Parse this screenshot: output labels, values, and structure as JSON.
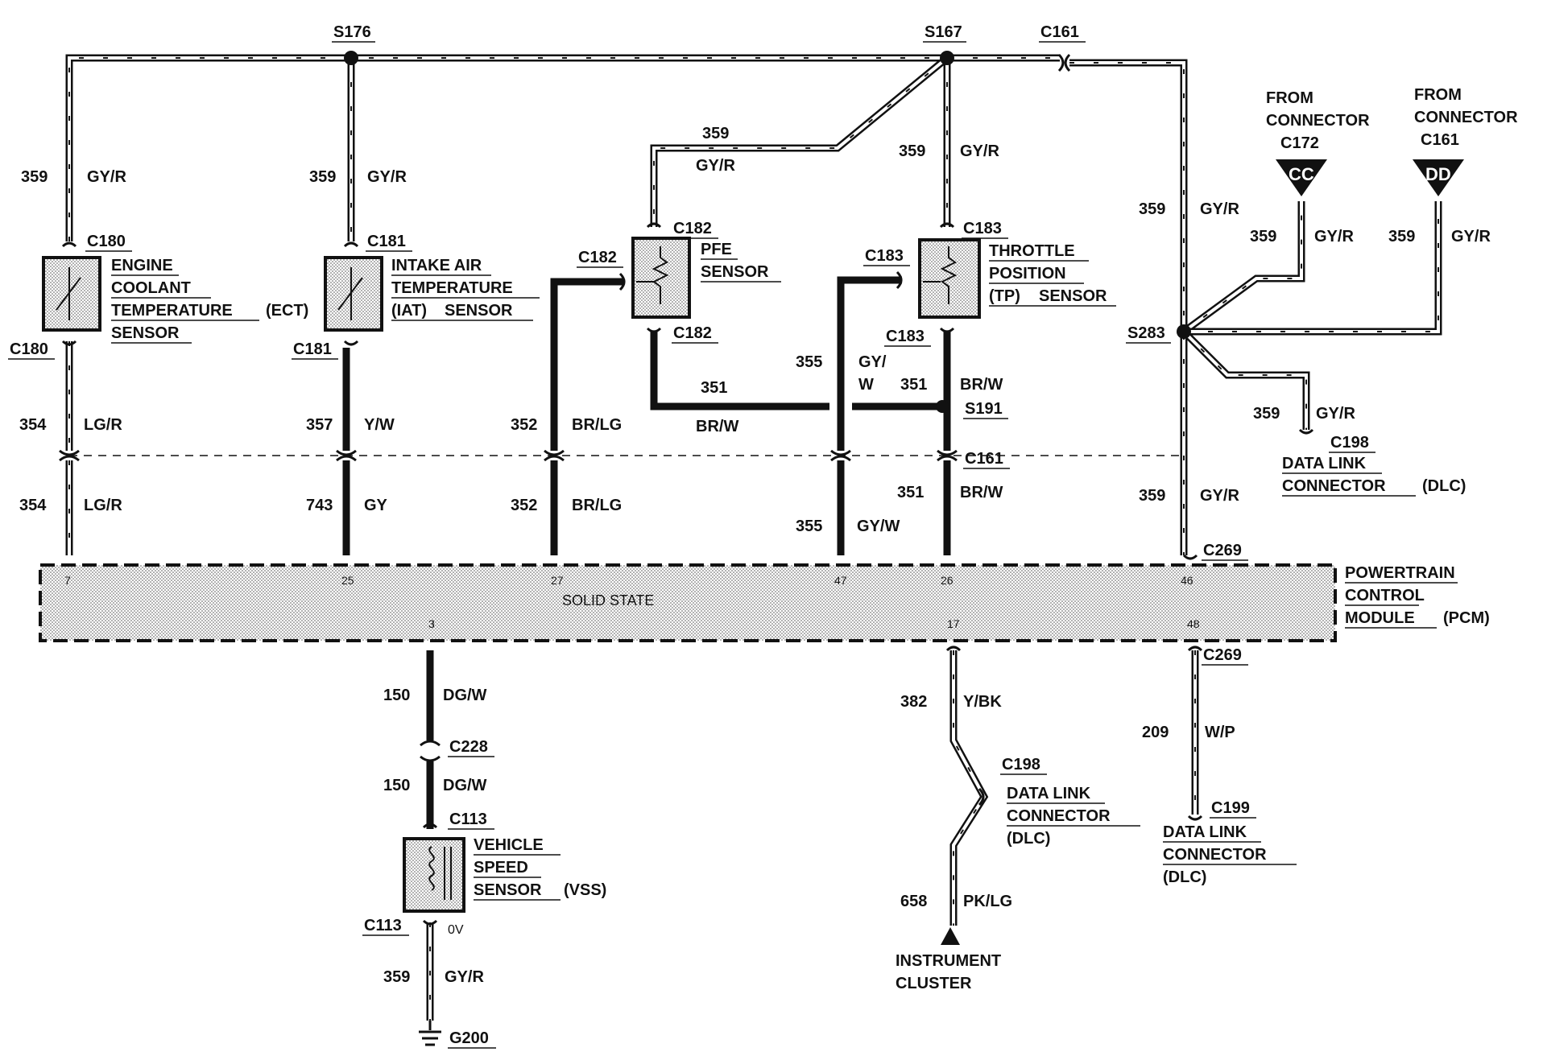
{
  "splices": {
    "s176": "S176",
    "s167": "S167",
    "s283": "S283",
    "s191": "S191"
  },
  "connectors": {
    "c161_top": "C161",
    "c161_mid": "C161",
    "c161_from": "C161",
    "c172_from": "C172",
    "c180_top": "C180",
    "c180_bot": "C180",
    "c181_top": "C181",
    "c181_bot": "C181",
    "c182_left": "C182",
    "c182_top": "C182",
    "c182_bot": "C182",
    "c183_left": "C183",
    "c183_top": "C183",
    "c183_bot": "C183",
    "c198_dlc": "C198",
    "c198_lower": "C198",
    "c199": "C199",
    "c269_top": "C269",
    "c269_bot": "C269",
    "c228": "C228",
    "c113_top": "C113",
    "c113_bot": "C113",
    "g200": "G200"
  },
  "circuits": {
    "c359": "359",
    "c354": "354",
    "c357": "357",
    "c743": "743",
    "c352": "352",
    "c351": "351",
    "c355": "355",
    "c150": "150",
    "c382": "382",
    "c658": "658",
    "c209": "209"
  },
  "colors_text": {
    "gyr": "GY/R",
    "lgr": "LG/R",
    "yw": "Y/W",
    "gy": "GY",
    "brlg": "BR/LG",
    "brw": "BR/W",
    "gyw": "GY/W",
    "gy_slash": "GY/",
    "w": "W",
    "dgw": "DG/W",
    "ybk": "Y/BK",
    "pklg": "PK/LG",
    "wp": "W/P"
  },
  "components": {
    "ect": [
      "ENGINE",
      "COOLANT",
      "TEMPERATURE",
      "SENSOR"
    ],
    "ect_suffix": "(ECT)",
    "iat": [
      "INTAKE AIR",
      "TEMPERATURE",
      "SENSOR"
    ],
    "iat_prefix": "(IAT)",
    "pfe": [
      "PFE",
      "SENSOR"
    ],
    "tp": [
      "THROTTLE",
      "POSITION",
      "SENSOR"
    ],
    "tp_prefix": "(TP)",
    "pcm": [
      "POWERTRAIN",
      "CONTROL",
      "MODULE"
    ],
    "pcm_suffix": "(PCM)",
    "pcm_inner": "SOLID STATE",
    "vss": [
      "VEHICLE",
      "SPEED",
      "SENSOR"
    ],
    "vss_suffix": "(VSS)",
    "dlc_right": [
      "DATA LINK",
      "CONNECTOR"
    ],
    "dlc_right_suffix": "(DLC)",
    "dlc_mid": [
      "DATA LINK",
      "CONNECTOR",
      "(DLC)"
    ],
    "dlc_c199": [
      "DATA LINK",
      "CONNECTOR",
      "(DLC)"
    ],
    "from_c172": [
      "FROM",
      "CONNECTOR"
    ],
    "from_c161": [
      "FROM",
      "CONNECTOR"
    ],
    "cc": "CC",
    "dd": "DD",
    "instrument": [
      "INSTRUMENT",
      "CLUSTER"
    ],
    "ov": "0V"
  },
  "pcm_pins": {
    "p7": "7",
    "p25": "25",
    "p27": "27",
    "p47": "47",
    "p26": "26",
    "p46": "46",
    "p3": "3",
    "p17": "17",
    "p48": "48"
  }
}
